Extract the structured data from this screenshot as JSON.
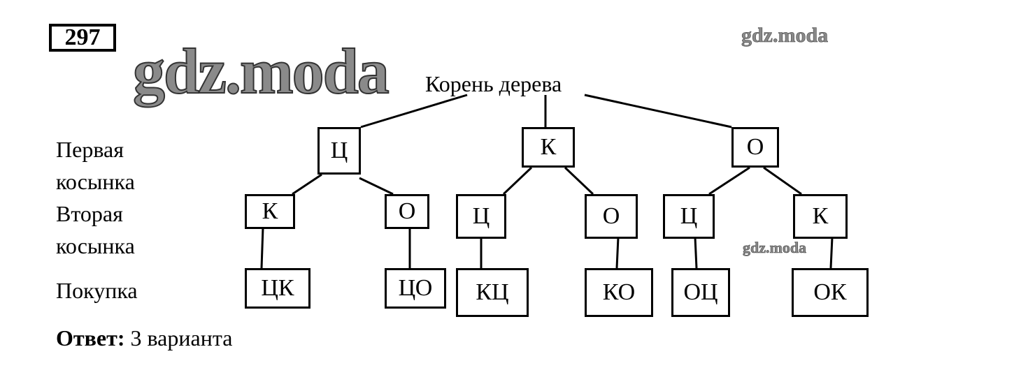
{
  "problem_number": "297",
  "watermarks": [
    "gdz.moda",
    "gdz.moda",
    "gdz.moda"
  ],
  "root_label": "Корень дерева",
  "row_labels": {
    "first_line1": "Первая",
    "first_line2": "косынка",
    "second_line1": "Вторая",
    "second_line2": "косынка",
    "purchase": "Покупка"
  },
  "tree": {
    "level1": [
      "Ц",
      "К",
      "О"
    ],
    "level2": [
      "К",
      "О",
      "Ц",
      "О",
      "Ц",
      "К"
    ],
    "purchases": [
      "ЦК",
      "ЦО",
      "КЦ",
      "КО",
      "ОЦ",
      "ОК"
    ]
  },
  "answer": {
    "label": "Ответ:",
    "text": "3 варианта"
  }
}
